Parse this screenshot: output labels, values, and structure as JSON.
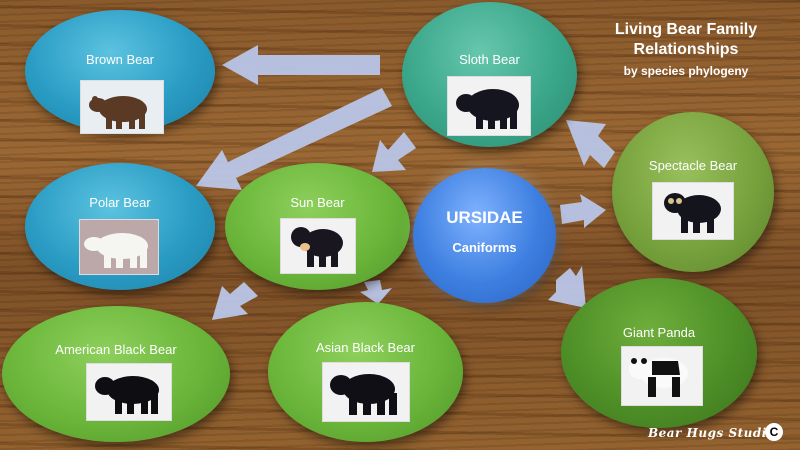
{
  "title": {
    "line1": "Living Bear Family",
    "line2": "Relationships",
    "line3": "by species phylogeny"
  },
  "center": {
    "label": "URSIDAE",
    "sublabel": "Caniforms",
    "color": "#3d7fe0"
  },
  "nodes": {
    "brown_bear": {
      "label": "Brown Bear",
      "color": "#2a9cc4"
    },
    "sloth_bear": {
      "label": "Sloth Bear",
      "color": "#3ba78a"
    },
    "polar_bear": {
      "label": "Polar Bear",
      "color": "#2a9cc4"
    },
    "sun_bear": {
      "label": "Sun Bear",
      "color": "#6bb63a"
    },
    "spectacle_bear": {
      "label": "Spectacle Bear",
      "color": "#78a23d"
    },
    "american_black_bear": {
      "label": "American Black Bear",
      "color": "#6bb63a"
    },
    "asian_black_bear": {
      "label": "Asian Black Bear",
      "color": "#6bb63a"
    },
    "giant_panda": {
      "label": "Giant Panda",
      "color": "#4e8f27"
    }
  },
  "footer": {
    "studio": "Bear Hugs Studio",
    "copyright_symbol": "C"
  },
  "arrow_color": "#b7c5e6"
}
